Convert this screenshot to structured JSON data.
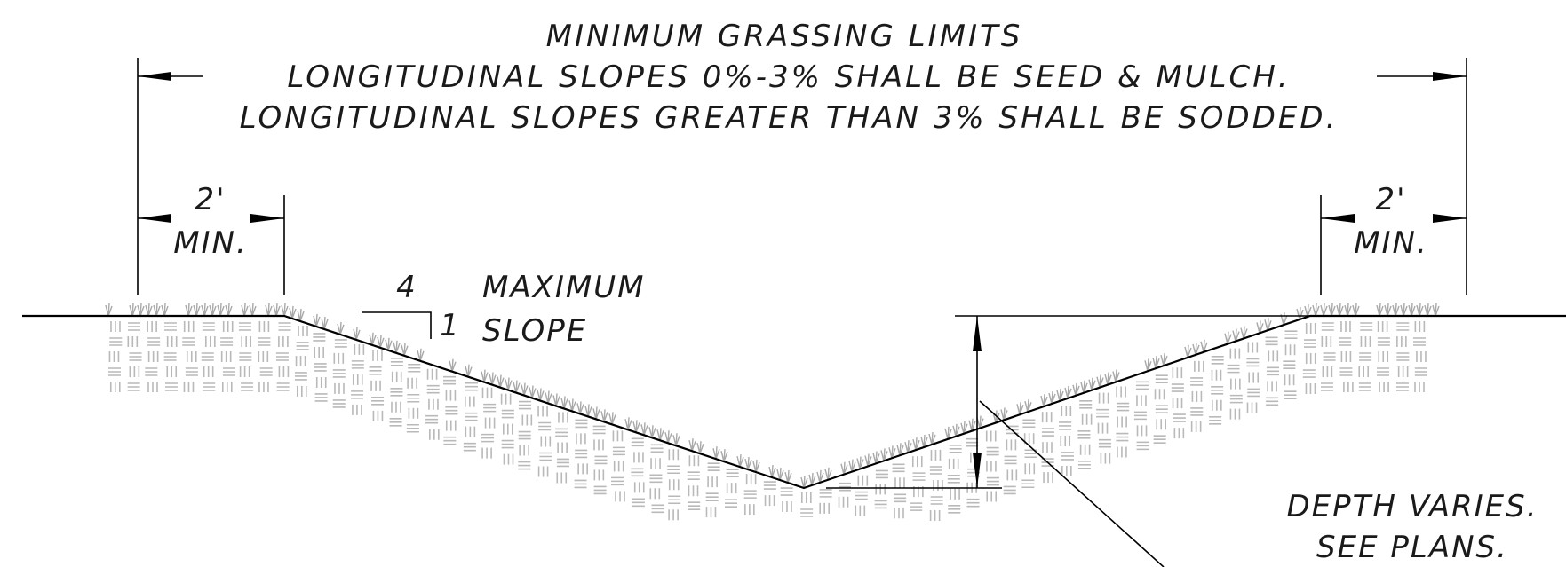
{
  "title": "MINIMUM GRASSING LIMITS",
  "note_line1": "LONGITUDINAL SLOPES 0%-3% SHALL BE SEED & MULCH.",
  "note_line2": "LONGITUDINAL SLOPES GREATER THAN 3% SHALL BE SODDED.",
  "left_offset": {
    "value": "2'",
    "qualifier": "MIN."
  },
  "right_offset": {
    "value": "2'",
    "qualifier": "MIN."
  },
  "slope": {
    "run": "4",
    "rise": "1",
    "label_line1": "MAXIMUM",
    "label_line2": "SLOPE"
  },
  "depth_note": {
    "line1": "DEPTH VARIES.",
    "line2": "SEE PLANS."
  },
  "colors": {
    "linework": "#000000",
    "soil_hatch": "#b9b9b9",
    "grass": "#a9a9a9"
  }
}
